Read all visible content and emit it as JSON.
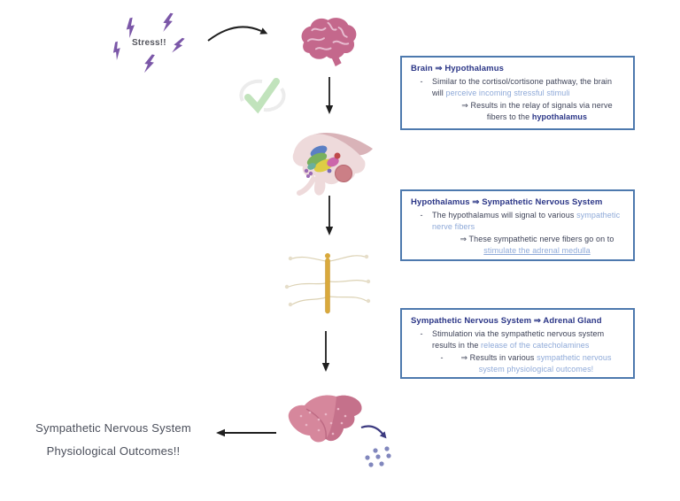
{
  "stress": {
    "label": "Stress!!"
  },
  "outcome": {
    "line1": "Sympathetic Nervous System",
    "line2": "Physiological Outcomes!!"
  },
  "boxes": [
    {
      "title": "Brain ⇒ Hypothalamus",
      "dash": "-",
      "body_dark": "Similar to the cortisol/cortisone pathway, the brain will ",
      "body_blue": "perceive incoming stressful stimuli",
      "sub_dark": "⇒ Results in the relay of signals via nerve fibers to the ",
      "sub_emphasis": "hypothalamus"
    },
    {
      "title": "Hypothalamus ⇒ Sympathetic Nervous System",
      "dash": "-",
      "body_dark": "The hypothalamus will signal to various ",
      "body_blue": "sympathetic nerve fibers",
      "sub_dark": "⇒ These sympathetic nerve fibers go on to ",
      "sub_link": "stimulate the adrenal medulla"
    },
    {
      "title": "Sympathetic Nervous System ⇒ Adrenal Gland",
      "dash": "-",
      "body_dark": "Stimulation via the sympathetic nervous system results in the ",
      "body_blue": "release of the catecholamines",
      "sub_dash": "-",
      "sub_dark": "⇒ Results in various ",
      "sub_blue": "sympathetic nervous system physiological outcomes!"
    }
  ],
  "icons": {
    "lightning": "lightning-bolt",
    "brain": "brain-illustration",
    "watermark": "green-check-watermark",
    "hypothalamus": "hypothalamus-illustration",
    "nerve_fibers": "sympathetic-nerve-fibers-illustration",
    "adrenal": "adrenal-gland-illustration",
    "catecholamines": "catecholamine-dots"
  },
  "colors": {
    "box_border": "#4d79ae",
    "title_navy": "#2b3687",
    "body_text": "#3d4257",
    "highlight_blue": "#8ea9d8",
    "bolt_purple": "#7b57a8",
    "brain_pink": "#c4688c",
    "nerve_gold": "#d9a93c",
    "adrenal_pink": "#d6879c",
    "catecholamine_purple": "#8187bd",
    "arrow_black": "#1f1f1f"
  }
}
